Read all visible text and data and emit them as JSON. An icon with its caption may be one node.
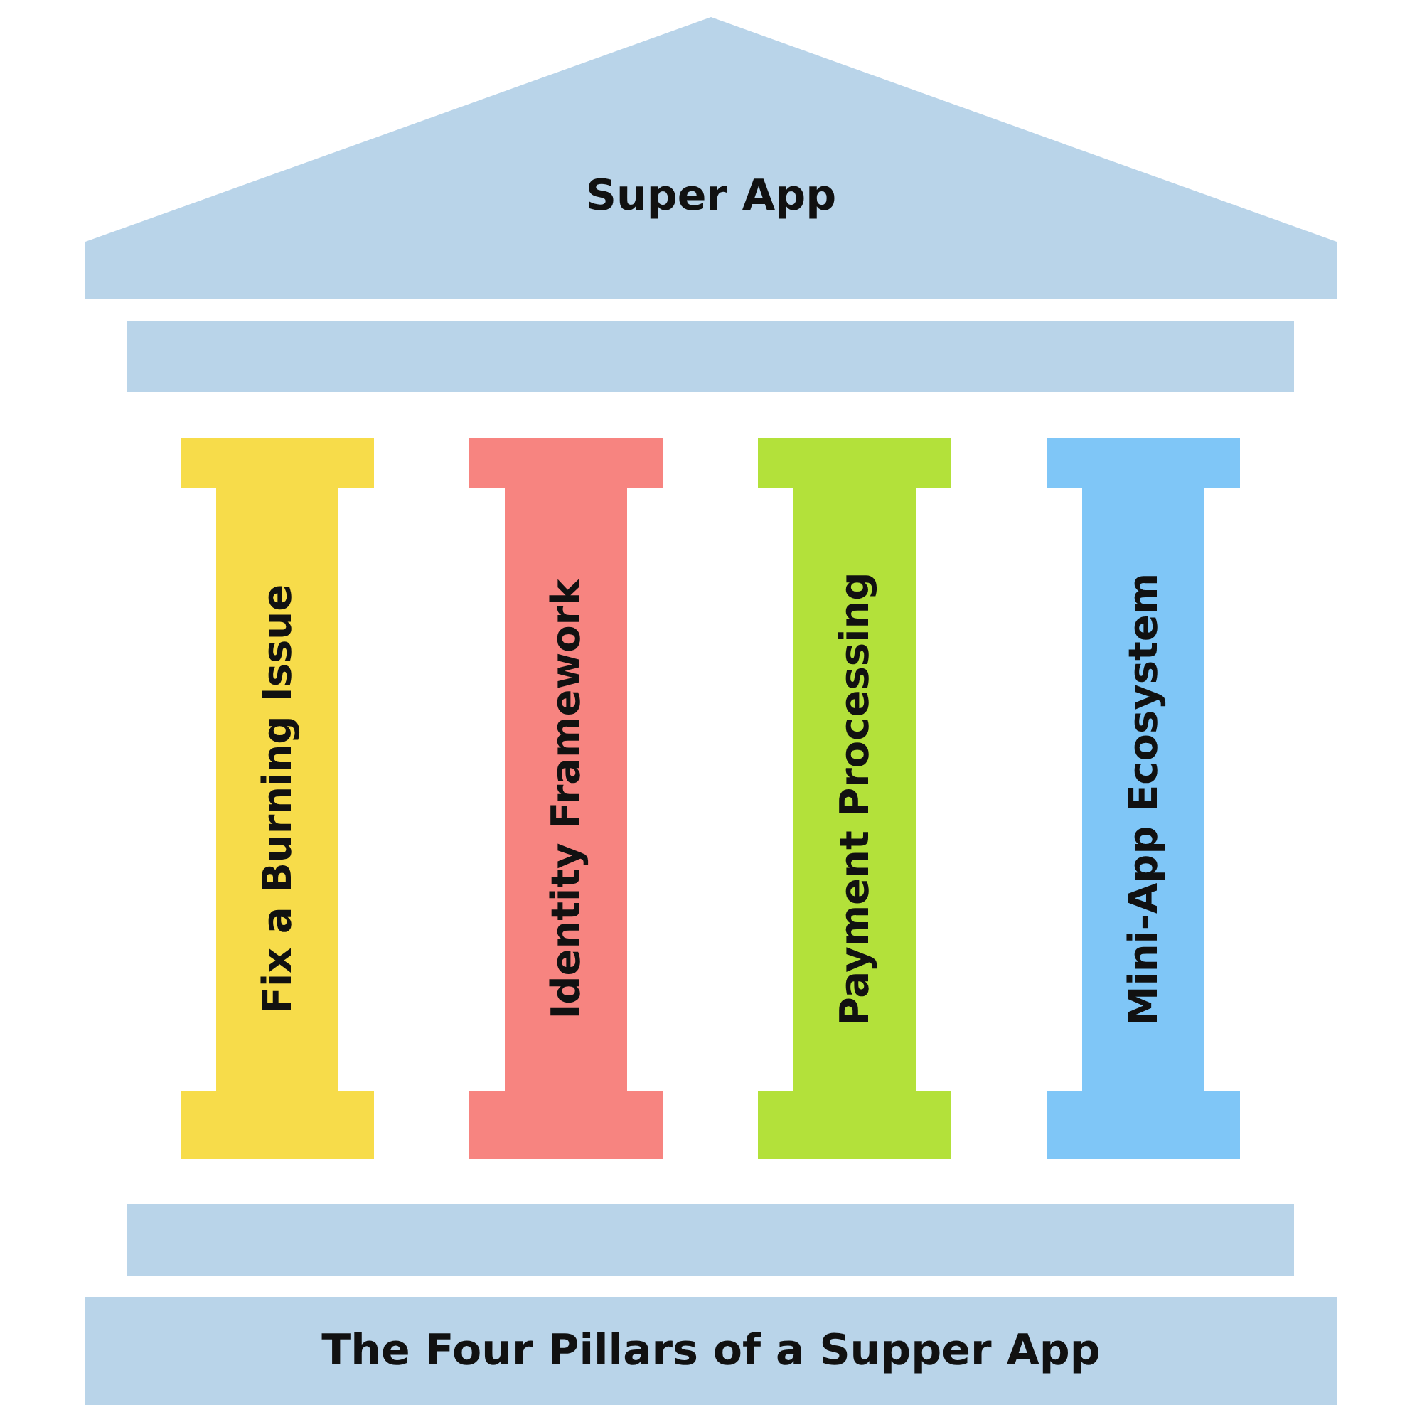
{
  "diagram": {
    "nodes": [
      {
        "text": [
          "Super App"
        ]
      },
      {
        "text": [],
        "shape": "bar"
      },
      {
        "text": [
          "Fix a Burning Issue"
        ]
      },
      {
        "text": [
          "Identity Framework"
        ]
      },
      {
        "text": [
          "Payment Processing"
        ]
      },
      {
        "text": [
          "Mini-App Ecosystem"
        ]
      },
      {
        "text": [],
        "shape": "bar"
      },
      {
        "text": [
          "The Four Pillars of a Supper App"
        ]
      }
    ]
  }
}
